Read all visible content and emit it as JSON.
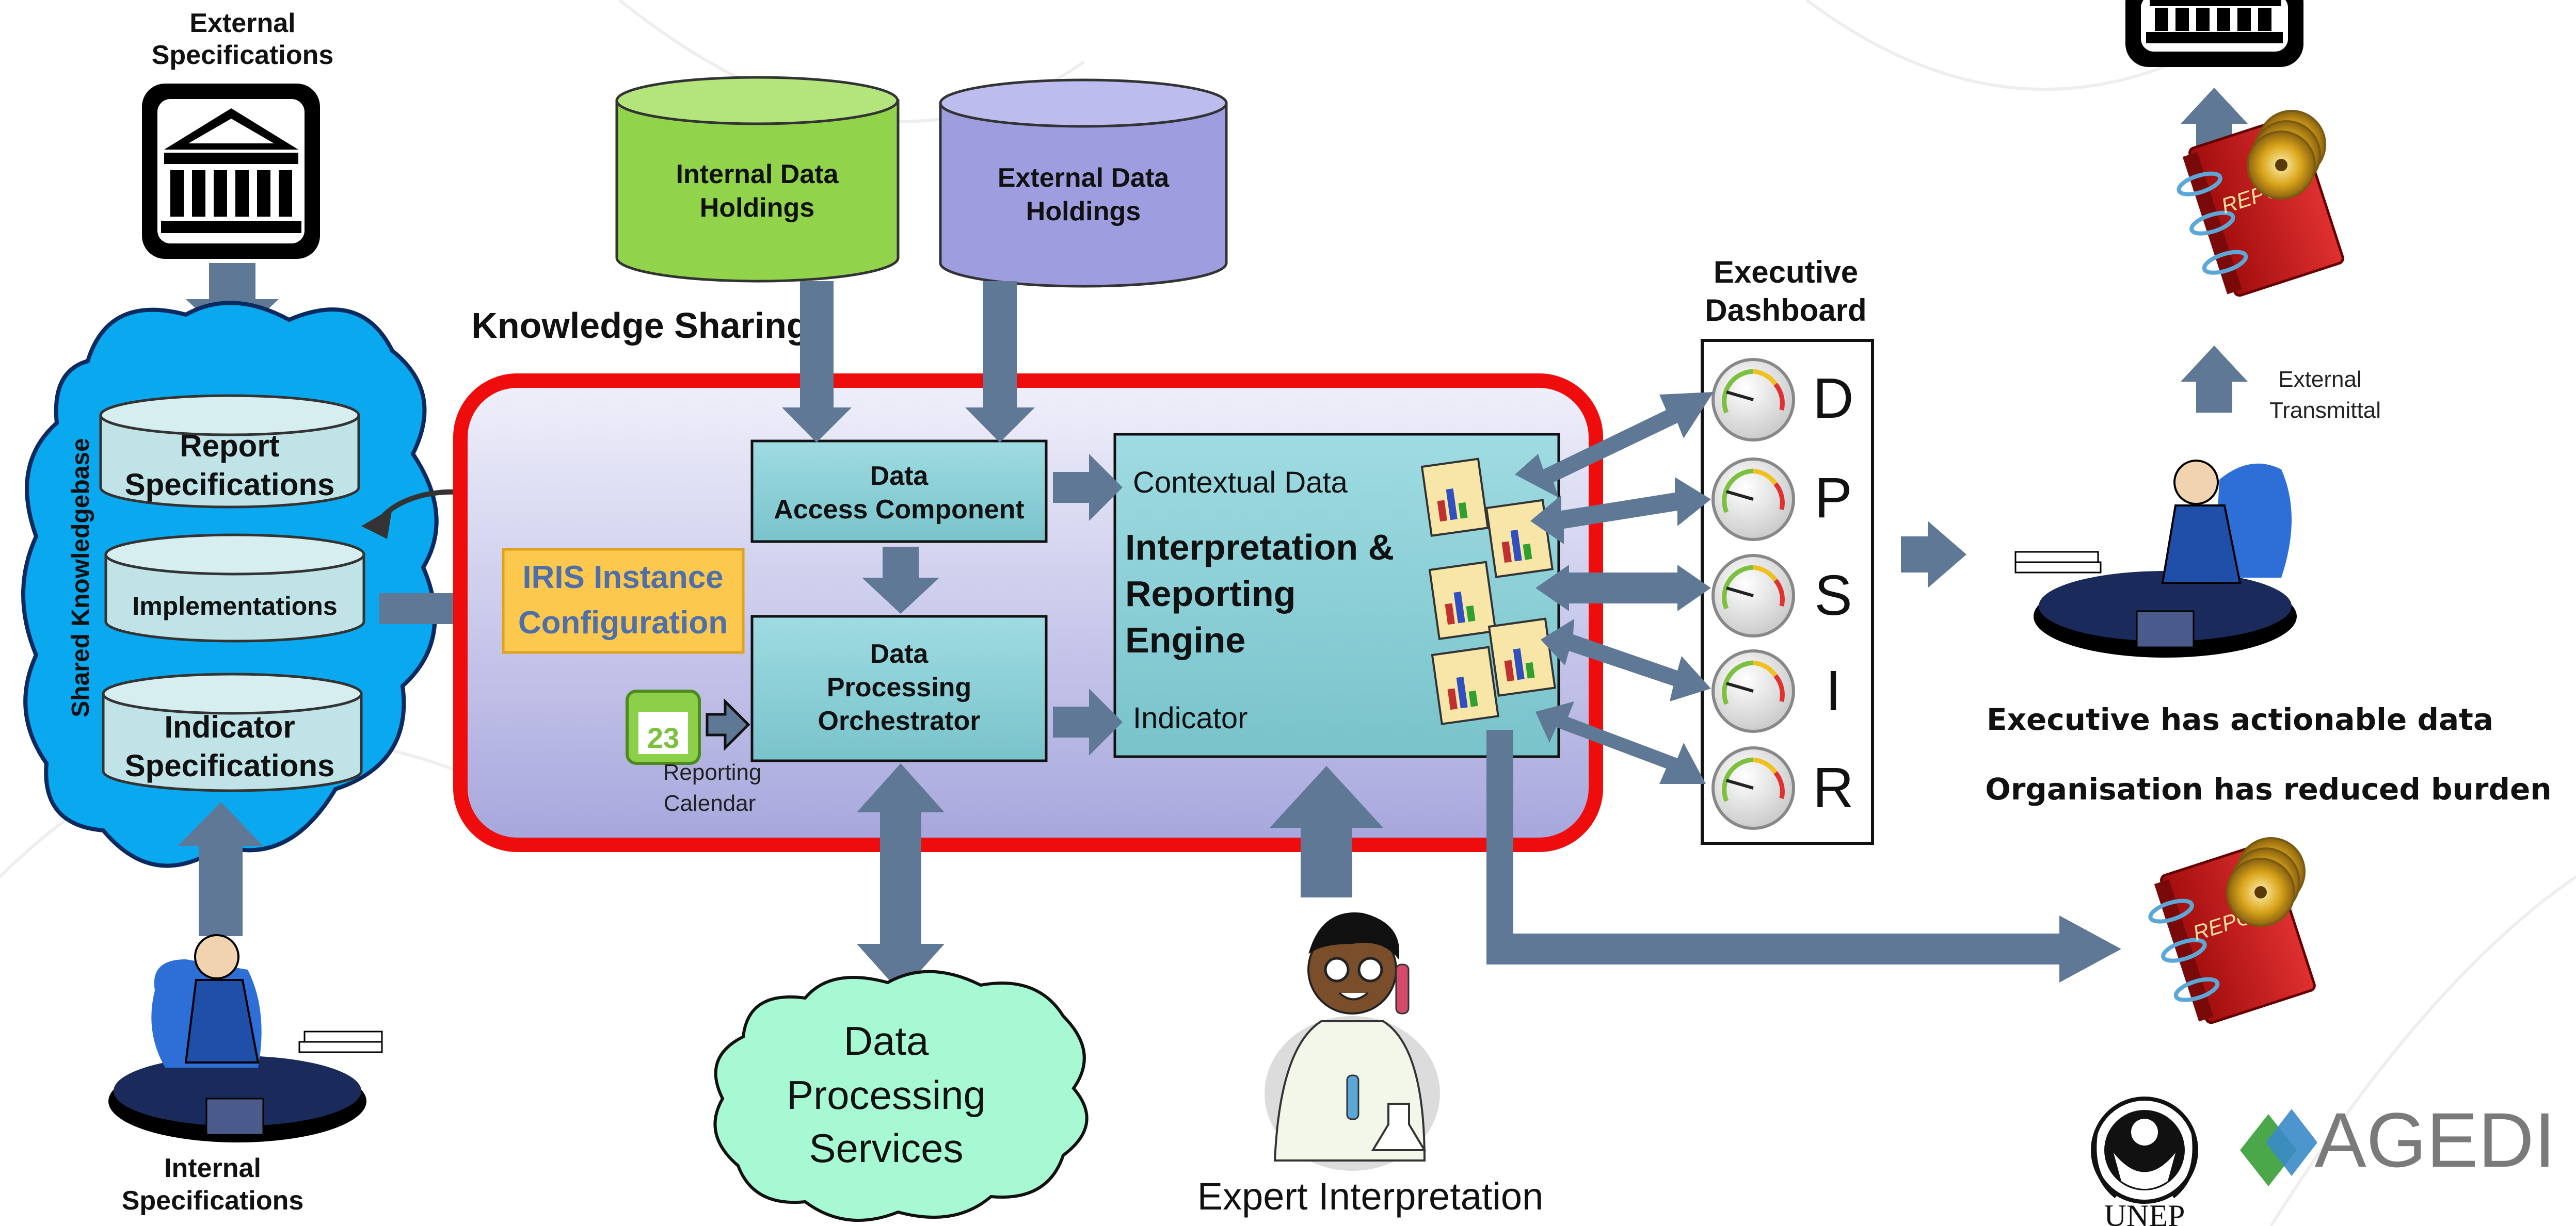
{
  "external_specs": "External Specifications",
  "internal_specs": "Internal Specifications",
  "shared_kb": "Shared Knowledgebase",
  "cylinders": {
    "report_l1": "Report",
    "report_l2": "Specifications",
    "implementations": "Implementations",
    "indicator_l1": "Indicator",
    "indicator_l2": "Specifications",
    "internal_l1": "Internal Data",
    "internal_l2": "Holdings",
    "external_l1": "External Data",
    "external_l2": "Holdings"
  },
  "knowledge_sharing": "Knowledge Sharing",
  "iris_l1": "IRIS Instance",
  "iris_l2": "Configuration",
  "reporting_l1": "Reporting",
  "reporting_l2": "Calendar",
  "calendar_day": "23",
  "dac_l1": "Data",
  "dac_l2": "Access Component",
  "dpo_l1": "Data",
  "dpo_l2": "Processing",
  "dpo_l3": "Orchestrator",
  "contextual_data": "Contextual Data",
  "engine_l1": "Interpretation &",
  "engine_l2": "Reporting",
  "engine_l3": "Engine",
  "indicator_label": "Indicator",
  "dps_l1": "Data",
  "dps_l2": "Processing",
  "dps_l3": "Services",
  "expert_interpretation": "Expert Interpretation",
  "exec_dash_l1": "Executive",
  "exec_dash_l2": "Dashboard",
  "dpsir": [
    "D",
    "P",
    "S",
    "I",
    "R"
  ],
  "external_transmittal_l1": "External",
  "external_transmittal_l2": "Transmittal",
  "actionable": "Executive has actionable data",
  "reduced_burden": "Organisation has reduced burden",
  "report_label": "REPORT",
  "unep": "UNEP",
  "agedi": "AGEDI",
  "colors": {
    "arrow": "#5f7896",
    "cloud_blue": "#0aa8ef",
    "cloud_green": "#a7f9d4",
    "red_frame": "#ef0c0c",
    "teal_box": "#8ccfd6",
    "green_cyl": "#91d34b",
    "purple_cyl": "#9d9ddf",
    "iris": "#fcc84e"
  }
}
